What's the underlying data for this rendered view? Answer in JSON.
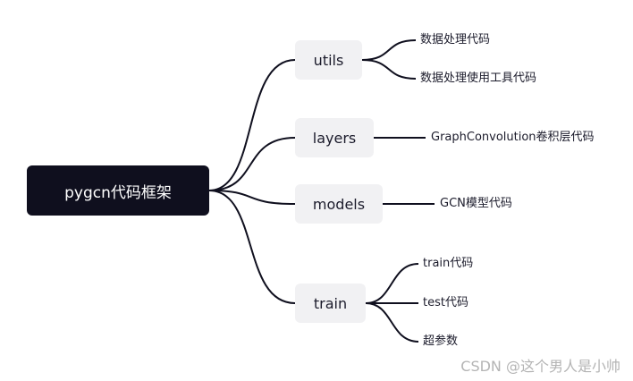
{
  "mindmap": {
    "root": {
      "label": "pygcn代码框架"
    },
    "branches": [
      {
        "label": "utils",
        "children": [
          "数据处理代码",
          "数据处理使用工具代码"
        ]
      },
      {
        "label": "layers",
        "children": [
          "GraphConvolution卷积层代码"
        ]
      },
      {
        "label": "models",
        "children": [
          "GCN模型代码"
        ]
      },
      {
        "label": "train",
        "children": [
          "train代码",
          "test代码",
          "超参数"
        ]
      }
    ]
  },
  "colors": {
    "root_bg": "#0f0f1e",
    "branch_bg": "#f1f1f3",
    "line": "#0f0f1e",
    "text": "#1b1b2b",
    "watermark": "#b4b4b4"
  },
  "watermark": "CSDN @这个男人是小帅"
}
